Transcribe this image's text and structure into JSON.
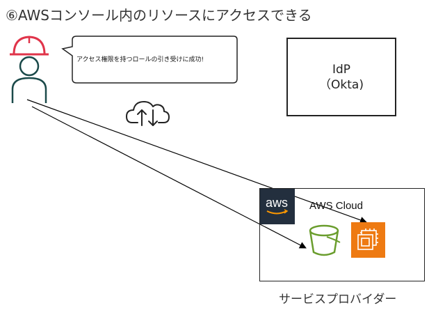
{
  "title": "⑥AWSコンソール内のリソースにアクセスできる",
  "bubble": {
    "text": "アクセス権限を持つロールの引き受けに成功!"
  },
  "idp": {
    "line1": "IdP",
    "line2": "（Okta)"
  },
  "aws": {
    "logo_text": "aws",
    "cloud_label": "AWS Cloud"
  },
  "provider_label": "サービスプロバイダー",
  "icons": {
    "user": "user-with-hardhat-icon",
    "transfer": "cloud-upload-download-icon",
    "s3": "s3-bucket-icon",
    "ec2": "ec2-instance-icon"
  },
  "colors": {
    "hardhat": "#e0344a",
    "user_outline": "#1b4a4a",
    "s3_green": "#6a9d2d",
    "ec2_orange": "#ee7a12",
    "aws_logo_bg": "#232f3e",
    "aws_smile": "#ff9900"
  }
}
